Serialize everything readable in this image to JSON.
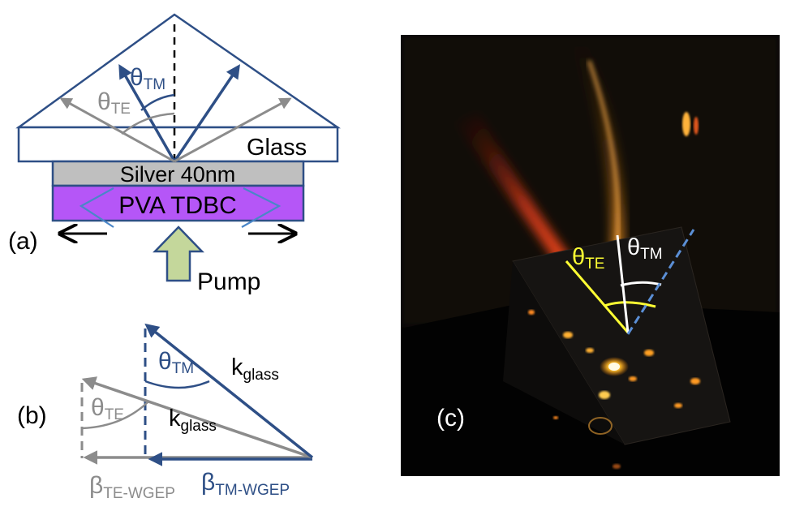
{
  "panel_a": {
    "label": "(a)",
    "glass_label": "Glass",
    "silver_label": "Silver 40nm",
    "pva_label": "PVA TDBC",
    "pump_label": "Pump",
    "theta_symbol": "θ",
    "theta_tm_sub": "TM",
    "theta_te_sub": "TE"
  },
  "panel_b": {
    "label": "(b)",
    "theta_symbol": "θ",
    "theta_tm_sub": "TM",
    "theta_te_sub": "TE",
    "k_symbol": "k",
    "k_sub": "glass",
    "beta_symbol": "β",
    "beta_te_sub": "TE-WGEP",
    "beta_tm_sub": "TM-WGEP"
  },
  "panel_c": {
    "label": "(c)",
    "theta_symbol": "θ",
    "theta_te_sub": "TE",
    "theta_tm_sub": "TM"
  },
  "colors": {
    "blue": "#2e4f86",
    "gray": "#8c8c8c",
    "silver": "#bfbfbf",
    "pva": "#b556f7",
    "pump": "#c4d79b",
    "yellow": "#ffff33"
  }
}
